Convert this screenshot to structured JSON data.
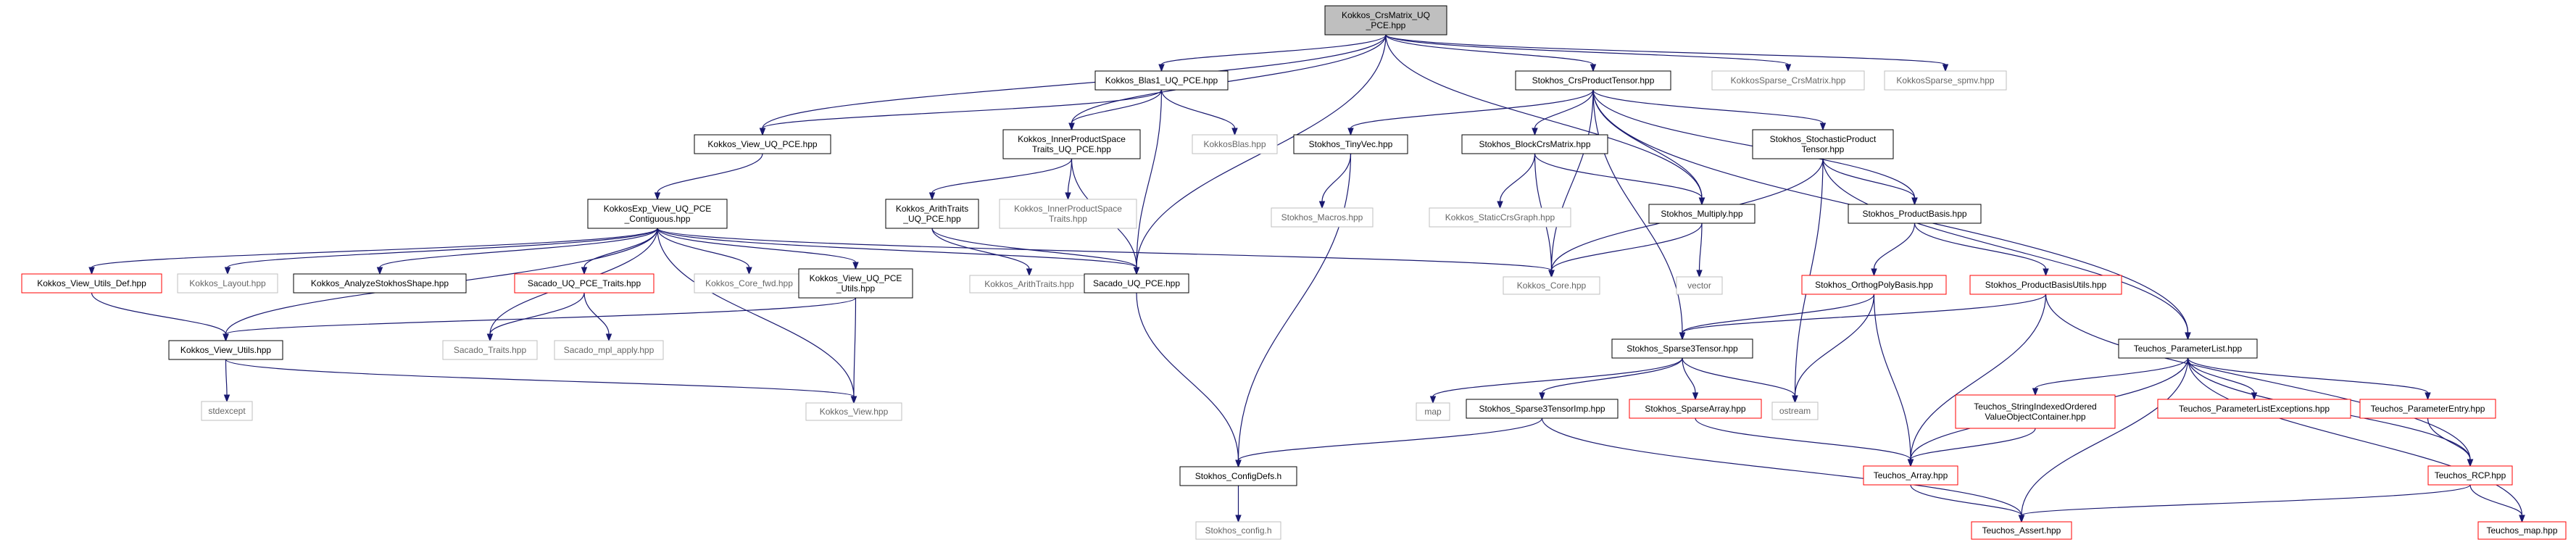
{
  "nodes": [
    {
      "id": "root",
      "lines": [
        "Kokkos_CrsMatrix_UQ",
        "_PCE.hpp"
      ],
      "style": "root"
    },
    {
      "id": "blas1",
      "lines": [
        "Kokkos_Blas1_UQ_PCE.hpp"
      ],
      "style": "normal"
    },
    {
      "id": "crsprod",
      "lines": [
        "Stokhos_CrsProductTensor.hpp"
      ],
      "style": "normal"
    },
    {
      "id": "ks_crs",
      "lines": [
        "KokkosSparse_CrsMatrix.hpp"
      ],
      "style": "gray"
    },
    {
      "id": "ks_spmv",
      "lines": [
        "KokkosSparse_spmv.hpp"
      ],
      "style": "gray"
    },
    {
      "id": "viewuq",
      "lines": [
        "Kokkos_View_UQ_PCE.hpp"
      ],
      "style": "normal"
    },
    {
      "id": "innerprod",
      "lines": [
        "Kokkos_InnerProductSpace",
        "Traits_UQ_PCE.hpp"
      ],
      "style": "normal"
    },
    {
      "id": "kblas",
      "lines": [
        "KokkosBlas.hpp"
      ],
      "style": "gray"
    },
    {
      "id": "tinyvec",
      "lines": [
        "Stokhos_TinyVec.hpp"
      ],
      "style": "normal"
    },
    {
      "id": "blockcrs",
      "lines": [
        "Stokhos_BlockCrsMatrix.hpp"
      ],
      "style": "normal"
    },
    {
      "id": "stochprod",
      "lines": [
        "Stokhos_StochasticProduct",
        "Tensor.hpp"
      ],
      "style": "normal"
    },
    {
      "id": "exp_view",
      "lines": [
        "KokkosExp_View_UQ_PCE",
        "_Contiguous.hpp"
      ],
      "style": "normal"
    },
    {
      "id": "arith_uq",
      "lines": [
        "Kokkos_ArithTraits",
        "_UQ_PCE.hpp"
      ],
      "style": "normal"
    },
    {
      "id": "kinnerprod",
      "lines": [
        "Kokkos_InnerProductSpace",
        "Traits.hpp"
      ],
      "style": "gray"
    },
    {
      "id": "macros",
      "lines": [
        "Stokhos_Macros.hpp"
      ],
      "style": "gray"
    },
    {
      "id": "staticcrs",
      "lines": [
        "Kokkos_StaticCrsGraph.hpp"
      ],
      "style": "gray"
    },
    {
      "id": "multiply",
      "lines": [
        "Stokhos_Multiply.hpp"
      ],
      "style": "normal"
    },
    {
      "id": "prodbasis",
      "lines": [
        "Stokhos_ProductBasis.hpp"
      ],
      "style": "normal"
    },
    {
      "id": "utils_def",
      "lines": [
        "Kokkos_View_Utils_Def.hpp"
      ],
      "style": "red"
    },
    {
      "id": "layout",
      "lines": [
        "Kokkos_Layout.hpp"
      ],
      "style": "gray"
    },
    {
      "id": "analyze",
      "lines": [
        "Kokkos_AnalyzeStokhosShape.hpp"
      ],
      "style": "normal"
    },
    {
      "id": "sac_uq_traits",
      "lines": [
        "Sacado_UQ_PCE_Traits.hpp"
      ],
      "style": "red"
    },
    {
      "id": "core_fwd",
      "lines": [
        "Kokkos_Core_fwd.hpp"
      ],
      "style": "gray"
    },
    {
      "id": "view_uq_utils",
      "lines": [
        "Kokkos_View_UQ_PCE",
        "_Utils.hpp"
      ],
      "style": "normal"
    },
    {
      "id": "arith",
      "lines": [
        "Kokkos_ArithTraits.hpp"
      ],
      "style": "gray"
    },
    {
      "id": "sac_uq",
      "lines": [
        "Sacado_UQ_PCE.hpp"
      ],
      "style": "normal"
    },
    {
      "id": "core",
      "lines": [
        "Kokkos_Core.hpp"
      ],
      "style": "gray"
    },
    {
      "id": "vector",
      "lines": [
        "vector"
      ],
      "style": "gray"
    },
    {
      "id": "orthopoly",
      "lines": [
        "Stokhos_OrthogPolyBasis.hpp"
      ],
      "style": "red"
    },
    {
      "id": "prodbasisutils",
      "lines": [
        "Stokhos_ProductBasisUtils.hpp"
      ],
      "style": "red"
    },
    {
      "id": "view_utils",
      "lines": [
        "Kokkos_View_Utils.hpp"
      ],
      "style": "normal"
    },
    {
      "id": "sac_traits",
      "lines": [
        "Sacado_Traits.hpp"
      ],
      "style": "gray"
    },
    {
      "id": "sac_mpl",
      "lines": [
        "Sacado_mpl_apply.hpp"
      ],
      "style": "gray"
    },
    {
      "id": "sparse3",
      "lines": [
        "Stokhos_Sparse3Tensor.hpp"
      ],
      "style": "normal"
    },
    {
      "id": "paramlist",
      "lines": [
        "Teuchos_ParameterList.hpp"
      ],
      "style": "normal"
    },
    {
      "id": "stdexcept",
      "lines": [
        "stdexcept"
      ],
      "style": "gray"
    },
    {
      "id": "kview",
      "lines": [
        "Kokkos_View.hpp"
      ],
      "style": "gray"
    },
    {
      "id": "map",
      "lines": [
        "map"
      ],
      "style": "gray"
    },
    {
      "id": "sparse3imp",
      "lines": [
        "Stokhos_Sparse3TensorImp.hpp"
      ],
      "style": "normal"
    },
    {
      "id": "sparsearray",
      "lines": [
        "Stokhos_SparseArray.hpp"
      ],
      "style": "red"
    },
    {
      "id": "ostream",
      "lines": [
        "ostream"
      ],
      "style": "gray"
    },
    {
      "id": "strindexed",
      "lines": [
        "Teuchos_StringIndexedOrdered",
        "ValueObjectContainer.hpp"
      ],
      "style": "red"
    },
    {
      "id": "plexceptions",
      "lines": [
        "Teuchos_ParameterListExceptions.hpp"
      ],
      "style": "red"
    },
    {
      "id": "paramentry",
      "lines": [
        "Teuchos_ParameterEntry.hpp"
      ],
      "style": "red"
    },
    {
      "id": "configdefs",
      "lines": [
        "Stokhos_ConfigDefs.h"
      ],
      "style": "normal"
    },
    {
      "id": "tarray",
      "lines": [
        "Teuchos_Array.hpp"
      ],
      "style": "red"
    },
    {
      "id": "rcp",
      "lines": [
        "Teuchos_RCP.hpp"
      ],
      "style": "red"
    },
    {
      "id": "config",
      "lines": [
        "Stokhos_config.h"
      ],
      "style": "gray"
    },
    {
      "id": "assert",
      "lines": [
        "Teuchos_Assert.hpp"
      ],
      "style": "red"
    },
    {
      "id": "tmap",
      "lines": [
        "Teuchos_map.hpp"
      ],
      "style": "red"
    }
  ],
  "edges": [
    [
      "root",
      "blas1"
    ],
    [
      "root",
      "crsprod"
    ],
    [
      "root",
      "ks_crs"
    ],
    [
      "root",
      "ks_spmv"
    ],
    [
      "root",
      "viewuq"
    ],
    [
      "root",
      "innerprod"
    ],
    [
      "root",
      "multiply"
    ],
    [
      "root",
      "sac_uq"
    ],
    [
      "blas1",
      "viewuq"
    ],
    [
      "blas1",
      "innerprod"
    ],
    [
      "blas1",
      "kblas"
    ],
    [
      "blas1",
      "sac_uq"
    ],
    [
      "crsprod",
      "tinyvec"
    ],
    [
      "crsprod",
      "blockcrs"
    ],
    [
      "crsprod",
      "stochprod"
    ],
    [
      "crsprod",
      "core"
    ],
    [
      "crsprod",
      "multiply"
    ],
    [
      "crsprod",
      "prodbasis"
    ],
    [
      "crsprod",
      "sparse3"
    ],
    [
      "crsprod",
      "paramlist"
    ],
    [
      "viewuq",
      "exp_view"
    ],
    [
      "innerprod",
      "arith_uq"
    ],
    [
      "innerprod",
      "kinnerprod"
    ],
    [
      "innerprod",
      "sac_uq"
    ],
    [
      "tinyvec",
      "macros"
    ],
    [
      "tinyvec",
      "configdefs"
    ],
    [
      "blockcrs",
      "staticcrs"
    ],
    [
      "blockcrs",
      "multiply"
    ],
    [
      "blockcrs",
      "core"
    ],
    [
      "stochprod",
      "prodbasis"
    ],
    [
      "stochprod",
      "core"
    ],
    [
      "stochprod",
      "ostream"
    ],
    [
      "stochprod",
      "paramlist"
    ],
    [
      "exp_view",
      "utils_def"
    ],
    [
      "exp_view",
      "layout"
    ],
    [
      "exp_view",
      "analyze"
    ],
    [
      "exp_view",
      "sac_uq_traits"
    ],
    [
      "exp_view",
      "core_fwd"
    ],
    [
      "exp_view",
      "view_uq_utils"
    ],
    [
      "exp_view",
      "sac_uq"
    ],
    [
      "exp_view",
      "core"
    ],
    [
      "exp_view",
      "view_utils"
    ],
    [
      "exp_view",
      "sac_traits"
    ],
    [
      "exp_view",
      "kview"
    ],
    [
      "arith_uq",
      "arith"
    ],
    [
      "arith_uq",
      "sac_uq"
    ],
    [
      "multiply",
      "core"
    ],
    [
      "multiply",
      "vector"
    ],
    [
      "prodbasis",
      "orthopoly"
    ],
    [
      "prodbasis",
      "prodbasisutils"
    ],
    [
      "utils_def",
      "view_utils"
    ],
    [
      "sac_uq_traits",
      "sac_traits"
    ],
    [
      "sac_uq_traits",
      "sac_mpl"
    ],
    [
      "view_uq_utils",
      "view_utils"
    ],
    [
      "view_uq_utils",
      "kview"
    ],
    [
      "sac_uq",
      "configdefs"
    ],
    [
      "orthopoly",
      "sparse3"
    ],
    [
      "orthopoly",
      "ostream"
    ],
    [
      "orthopoly",
      "tarray"
    ],
    [
      "prodbasisutils",
      "sparse3"
    ],
    [
      "prodbasisutils",
      "tarray"
    ],
    [
      "prodbasisutils",
      "rcp"
    ],
    [
      "view_utils",
      "stdexcept"
    ],
    [
      "view_utils",
      "kview"
    ],
    [
      "sparse3",
      "map"
    ],
    [
      "sparse3",
      "sparse3imp"
    ],
    [
      "sparse3",
      "sparsearray"
    ],
    [
      "sparse3",
      "ostream"
    ],
    [
      "paramlist",
      "strindexed"
    ],
    [
      "paramlist",
      "plexceptions"
    ],
    [
      "paramlist",
      "paramentry"
    ],
    [
      "paramlist",
      "tarray"
    ],
    [
      "paramlist",
      "rcp"
    ],
    [
      "paramlist",
      "assert"
    ],
    [
      "paramlist",
      "tmap"
    ],
    [
      "sparse3imp",
      "configdefs"
    ],
    [
      "sparse3imp",
      "assert"
    ],
    [
      "sparsearray",
      "tarray"
    ],
    [
      "strindexed",
      "tarray"
    ],
    [
      "paramentry",
      "rcp"
    ],
    [
      "configdefs",
      "config"
    ],
    [
      "tarray",
      "assert"
    ],
    [
      "rcp",
      "assert"
    ],
    [
      "rcp",
      "tmap"
    ]
  ]
}
